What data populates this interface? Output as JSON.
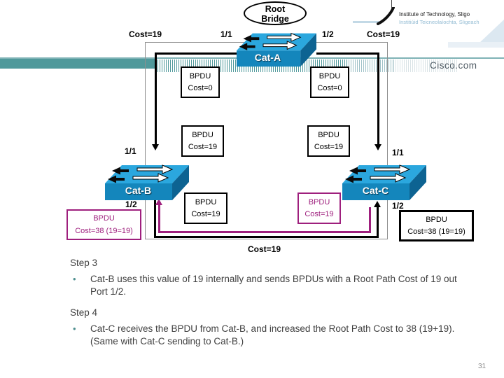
{
  "header": {
    "cisco_label": "Cisco.com"
  },
  "logo": {
    "title_en": "Institute of Technology, Sligo",
    "title_ga": "Institiúid Teicneolaíochta, Sligeach"
  },
  "diagram": {
    "root_bridge": {
      "line1": "Root",
      "line2": "Bridge"
    },
    "switches": [
      {
        "name": "Cat-A"
      },
      {
        "name": "Cat-B"
      },
      {
        "name": "Cat-C"
      }
    ],
    "port_labels": [
      "1/1",
      "1/2",
      "1/1",
      "1/2",
      "1/1",
      "1/2"
    ],
    "cost_labels": {
      "top_left": "Cost=19",
      "top_right": "Cost=19",
      "bottom": "Cost=19"
    },
    "boxes": [
      {
        "line1": "BPDU",
        "line2": "Cost=0",
        "color": "black"
      },
      {
        "line1": "BPDU",
        "line2": "Cost=0",
        "color": "black"
      },
      {
        "line1": "BPDU",
        "line2": "Cost=19",
        "color": "black"
      },
      {
        "line1": "BPDU",
        "line2": "Cost=19",
        "color": "black"
      },
      {
        "line1": "BPDU",
        "line2": "Cost=19",
        "color": "black"
      },
      {
        "line1": "BPDU",
        "line2": "Cost=19",
        "color": "magenta"
      },
      {
        "line1": "BPDU",
        "line2": "Cost=38 (19=19)",
        "color": "magenta"
      },
      {
        "line1": "BPDU",
        "line2": "Cost=38 (19=19)",
        "color": "black"
      }
    ]
  },
  "steps": [
    {
      "title": "Step 3",
      "bullet": "•",
      "text": "Cat-B uses this value of 19 internally and sends BPDUs with a Root Path Cost of 19 out Port 1/2."
    },
    {
      "title": "Step 4",
      "bullet": "•",
      "text": "Cat-C receives the BPDU from Cat-B, and increased the Root Path Cost to 38 (19+19).  (Same with Cat-C sending to Cat-B.)"
    }
  ],
  "footer": {
    "page_number": "31"
  },
  "colors": {
    "accent_teal": "#4f999b",
    "magenta": "#9e1f7d",
    "switch_top": "#2ba7de",
    "switch_front": "#1486bc",
    "switch_side": "#0d6392"
  }
}
